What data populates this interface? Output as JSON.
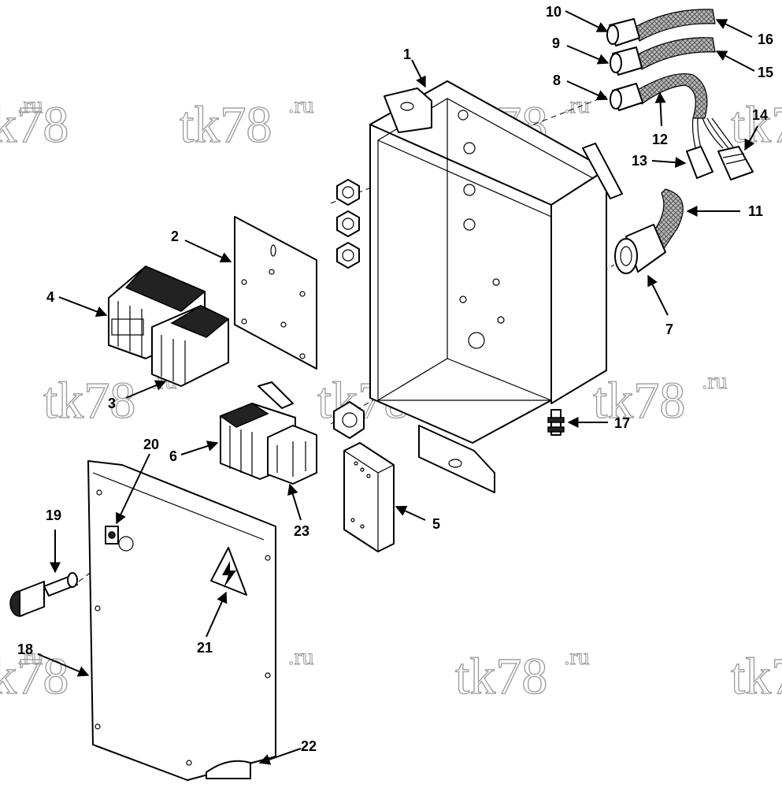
{
  "watermark": {
    "text": "tk78",
    "suffix": ".ru"
  },
  "callouts": [
    "1",
    "2",
    "3",
    "4",
    "5",
    "6",
    "7",
    "8",
    "9",
    "10",
    "11",
    "12",
    "13",
    "14",
    "15",
    "16",
    "17",
    "18",
    "19",
    "20",
    "21",
    "22",
    "23"
  ],
  "icons": {
    "warning": "high-voltage-warning-icon"
  }
}
